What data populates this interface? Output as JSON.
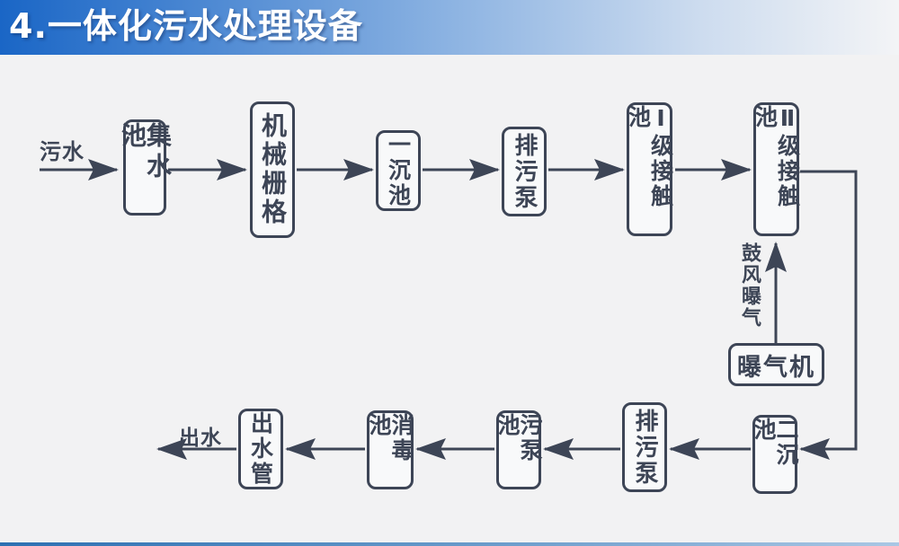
{
  "title": "4.一体化污水处理设备",
  "colors": {
    "title_gradient_left": "#1a66c6",
    "title_gradient_right": "#f3f4f6",
    "diagram_ink": "#3d4556",
    "background": "#f2f2f3",
    "node_fill": "#f8f9fa",
    "bottom_bar_left": "#2c70b2",
    "bottom_bar_right": "#aac7e4"
  },
  "flow": {
    "input_label": "污水",
    "output_label": "出水",
    "aeration_label": "鼓风曝气",
    "nodes": {
      "collect": "集水池",
      "screen": "机械栅格",
      "primary_sed": "一沉池",
      "sewage_pump_top": "排污泵",
      "contact1": "Ⅰ级接触池",
      "contact2": "Ⅱ级接触池",
      "aerator": "曝气机",
      "secondary_sed": "二沉池",
      "sewage_pump_bottom": "排污泵",
      "sludge_pump_pool": "污泵池",
      "disinfection": "消毒池",
      "outlet_pipe": "出水管"
    }
  }
}
